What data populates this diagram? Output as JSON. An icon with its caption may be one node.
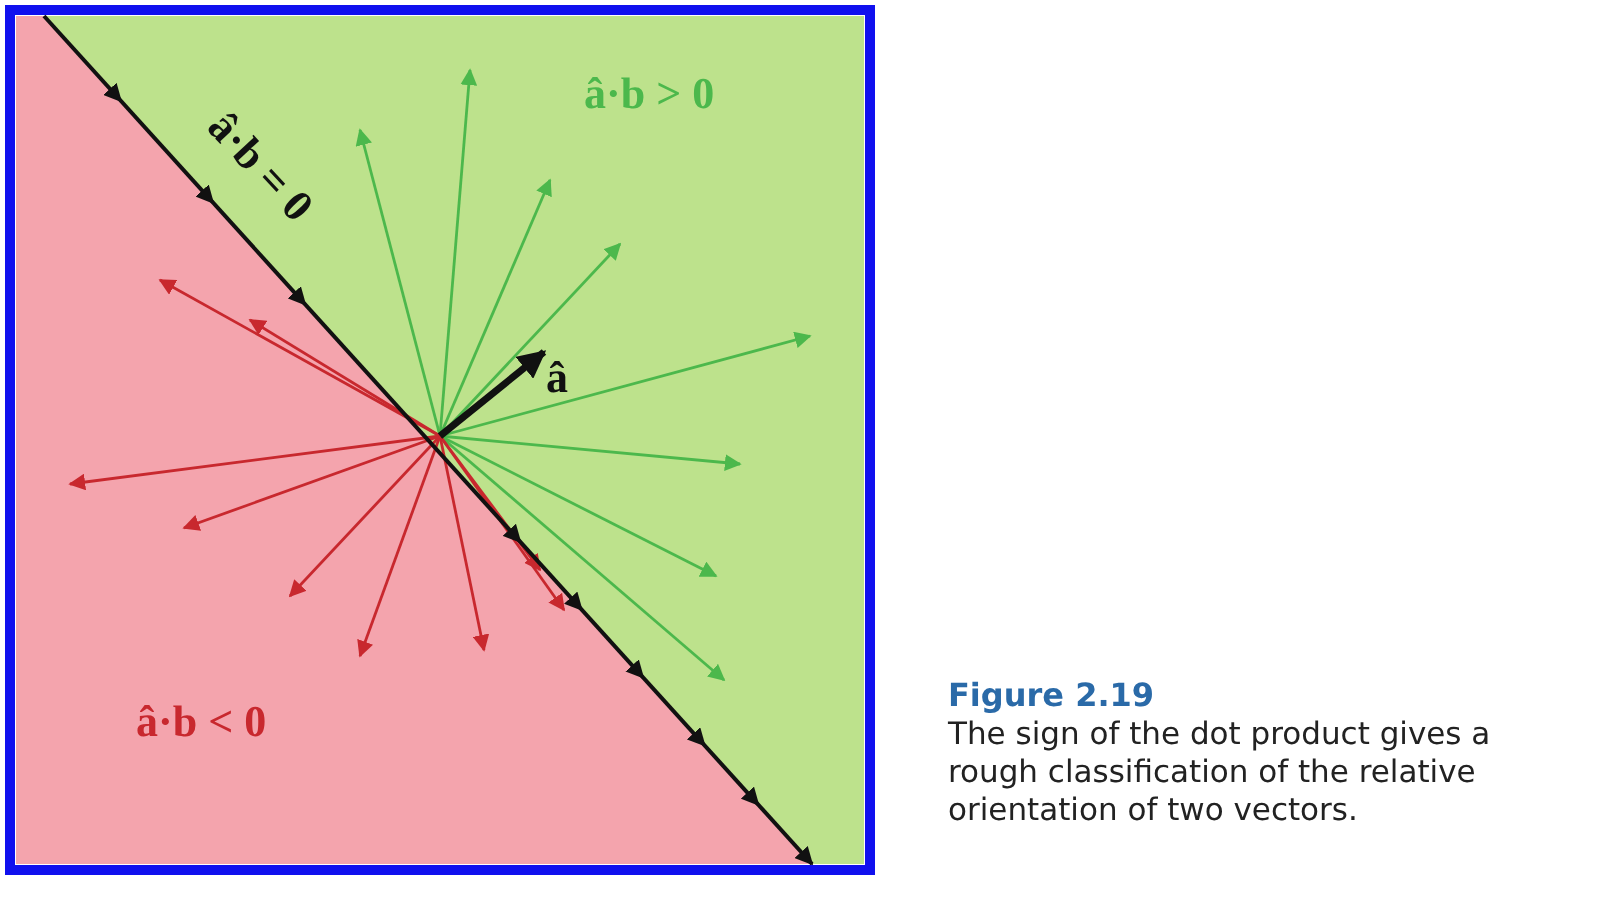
{
  "diagram": {
    "title": "Figure 2.19",
    "caption": "The sign of the dot product gives a rough classification of the relative orientation of two vectors.",
    "labels": [
      "â·b = 0",
      "â·b > 0",
      "â",
      "â·b < 0"
    ]
  }
}
